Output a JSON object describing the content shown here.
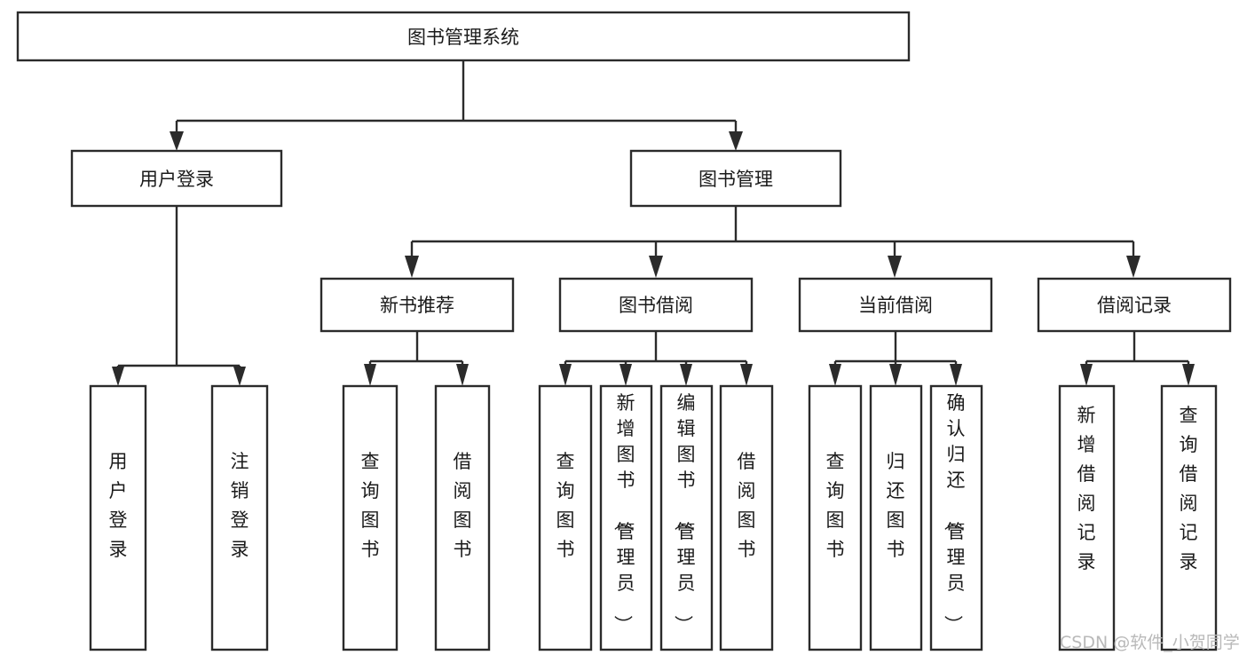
{
  "diagram": {
    "type": "tree",
    "title": "图书管理系统",
    "watermark": "CSDN @软件_小贺同学",
    "root": {
      "id": "root",
      "label": "图书管理系统",
      "orientation": "horizontal"
    },
    "level2": [
      {
        "id": "user-login",
        "label": "用户登录",
        "orientation": "horizontal"
      },
      {
        "id": "book-manage",
        "label": "图书管理",
        "orientation": "horizontal"
      }
    ],
    "level3": [
      {
        "id": "new-book-rec",
        "label": "新书推荐",
        "orientation": "horizontal",
        "parent": "book-manage"
      },
      {
        "id": "book-borrow",
        "label": "图书借阅",
        "orientation": "horizontal",
        "parent": "book-manage"
      },
      {
        "id": "current-borrow",
        "label": "当前借阅",
        "orientation": "horizontal",
        "parent": "book-manage"
      },
      {
        "id": "borrow-record",
        "label": "借阅记录",
        "orientation": "horizontal",
        "parent": "book-manage"
      }
    ],
    "leaves": [
      {
        "id": "leaf-user-login",
        "label": "用户登录",
        "orientation": "vertical",
        "parent": "user-login"
      },
      {
        "id": "leaf-user-logout",
        "label": "注销登录",
        "orientation": "vertical",
        "parent": "user-login"
      },
      {
        "id": "leaf-rec-query-book",
        "label": "查询图书",
        "orientation": "vertical",
        "parent": "new-book-rec"
      },
      {
        "id": "leaf-rec-borrow-book",
        "label": "借阅图书",
        "orientation": "vertical",
        "parent": "new-book-rec"
      },
      {
        "id": "leaf-borrow-query-book",
        "label": "查询图书",
        "orientation": "vertical",
        "parent": "book-borrow"
      },
      {
        "id": "leaf-borrow-add-book",
        "label": "新增图书（管理员）",
        "orientation": "vertical",
        "parent": "book-borrow"
      },
      {
        "id": "leaf-borrow-edit-book",
        "label": "编辑图书（管理员）",
        "orientation": "vertical",
        "parent": "book-borrow"
      },
      {
        "id": "leaf-borrow-borrow-book",
        "label": "借阅图书",
        "orientation": "vertical",
        "parent": "book-borrow"
      },
      {
        "id": "leaf-current-query-book",
        "label": "查询图书",
        "orientation": "vertical",
        "parent": "current-borrow"
      },
      {
        "id": "leaf-current-return-book",
        "label": "归还图书",
        "orientation": "vertical",
        "parent": "current-borrow"
      },
      {
        "id": "leaf-current-confirm-return",
        "label": "确认归还（管理员）",
        "orientation": "vertical",
        "parent": "current-borrow"
      },
      {
        "id": "leaf-record-add",
        "label": "新增借阅记录",
        "orientation": "vertical",
        "parent": "borrow-record"
      },
      {
        "id": "leaf-record-query",
        "label": "查询借阅记录",
        "orientation": "vertical",
        "parent": "borrow-record"
      }
    ],
    "colors": {
      "stroke": "#2b2b2b",
      "fill": "#ffffff",
      "text": "#1a1a1a",
      "watermark": "#b9b9b9"
    }
  }
}
